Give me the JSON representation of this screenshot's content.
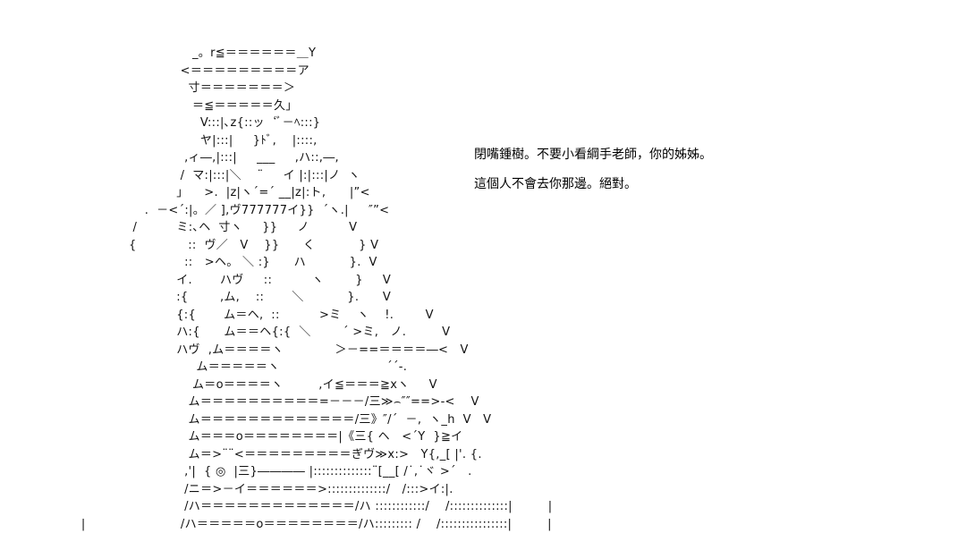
{
  "dialogue": {
    "line1": "閉嘴鍾樹。不要小看綱手老師，你的姊姊。",
    "line2": "這個人不會去你那邊。絕對。"
  },
  "ascii_art": "                              _。r≦＝＝＝＝＝＝＿Y\n                           <＝＝＝＝＝＝＝＝＝ア\n                             寸＝＝＝＝＝＝＝＞\n                              ＝≦＝＝＝＝＝久」\n                                V:::|､z{::ッ‘ﾞ－ﾍ:::}\n                                ヤ|:::|     }ﾄﾞ,    |::::,\n                            ,ィ―,|:::|     ___     ,ハ::,―,\n                           /  マ:|:::|＼    ¨     イ |:|:::|ノ  ヽ\n                          」    >.  |z|ヽ´=´ __|z|:ト,      |”<\n                  .  －<´:|。／ ],ヴ777777イ}}  ´ヽ.|     ″”<\n               /          ミ:､ヘ  寸ヽ     }}     ノ          V\n              {             ::  ヴ／   V    }}      く           } V\n                            ::   >ヘ。 ＼ :}      ハ           }.  V\n                          イ.       ハヴ     ::          ヽ        }     V\n                          :{        ,ム,    ::       ＼           }.      V\n                          {:{       ム＝ヘ,  ::          >ミ    ヽ    !.        V\n                          ハ:{      ム＝＝ヘ{:{  ＼        ´ >ミ,   ノ.         V\n                          ハヴ  ,ム＝＝＝＝ヽ             ＞－==＝＝＝＝―<   V\n                               ム＝＝＝＝＝ヽ                           ´´-.\n                              ム＝o＝＝＝＝ヽ         ,イ≦＝＝＝≧xヽ     V\n                             ム＝＝＝＝＝＝＝＝＝＝=－－－/三≫⌢″″==>-<    V\n                             ム＝＝＝＝＝＝＝＝＝＝＝＝＝/三》″/´  －,  ヽ_h  V   V\n                             ム＝＝＝o＝＝＝＝＝＝＝＝|《三{ ヘ   <´Y  }≧イ\n                             ム＝>¨¨<＝＝＝＝＝＝＝＝＝ぎヴ≫x:>   Y{,_[ |'. {.\n                            ,'|  { ◎  |三}―――― |::::::::::::::¨[__[ /˙,˙ヾ >´   .\n                            /ニ＝>－イ＝＝＝＝＝＝>::::::::::::::/   /:::>イ:|.\n                            /ハ＝＝＝＝＝＝＝＝＝＝＝＝＝/ハ ::::::::::::/    /::::::::::::::|         |\n  |                        /ハ＝＝＝＝＝o＝＝＝＝＝＝＝＝/ハ::::::::: /    /::::::::::::::::|         |"
}
